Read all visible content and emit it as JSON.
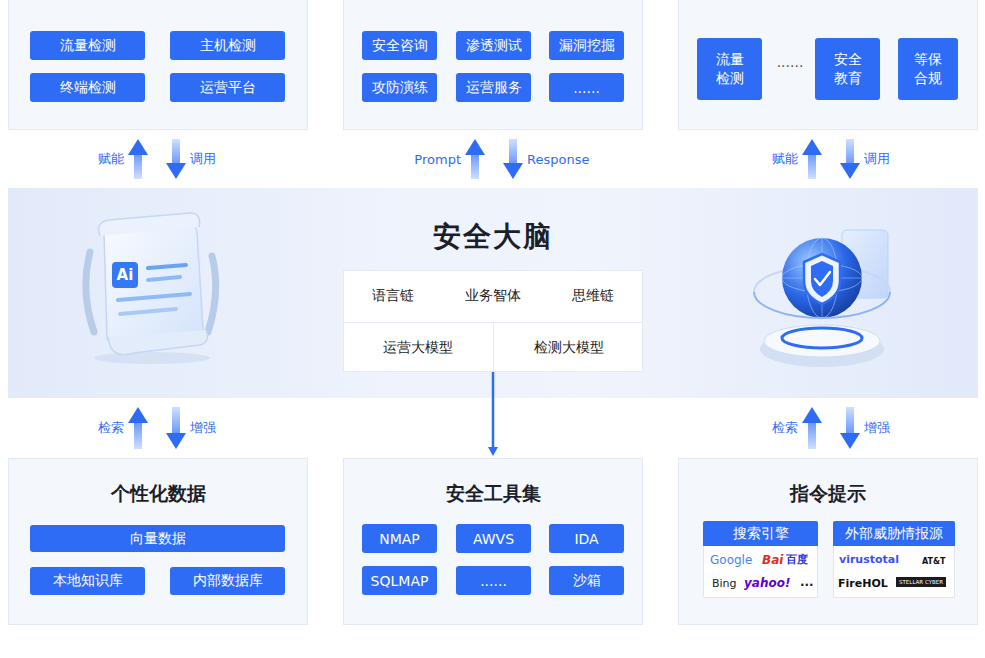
{
  "diagram": {
    "nodes": [
      {
        "text": []
      },
      {
        "text": [
          "流量检测"
        ],
        "in": 0
      },
      {
        "text": [
          "主机检测"
        ],
        "in": 0
      },
      {
        "text": [
          "终端检测"
        ],
        "in": 0
      },
      {
        "text": [
          "运营平台"
        ],
        "in": 0
      },
      {
        "text": []
      },
      {
        "text": [
          "安全咨询"
        ],
        "in": 5
      },
      {
        "text": [
          "渗透测试"
        ],
        "in": 5
      },
      {
        "text": [
          "漏洞挖掘"
        ],
        "in": 5
      },
      {
        "text": [
          "攻防演练"
        ],
        "in": 5
      },
      {
        "text": [
          "运营服务"
        ],
        "in": 5
      },
      {
        "text": [
          "......"
        ],
        "in": 5
      },
      {
        "text": []
      },
      {
        "text": [
          "流量 检测"
        ],
        "in": 12
      },
      {
        "text": [
          "安全 教育"
        ],
        "in": 12
      },
      {
        "text": [
          "等保 合规"
        ],
        "in": 12
      },
      {
        "text": [
          "安全大脑"
        ]
      },
      {
        "text": [],
        "in": 16
      },
      {
        "text": [
          "语言链"
        ],
        "in": 17
      },
      {
        "text": [
          "业务智体"
        ],
        "in": 17
      },
      {
        "text": [
          "思维链"
        ],
        "in": 17
      },
      {
        "text": [
          "运营大模型"
        ],
        "in": 17
      },
      {
        "text": [
          "检测大模型"
        ],
        "in": 17
      },
      {
        "text": [
          "个性化数据"
        ]
      },
      {
        "text": [
          "向量数据"
        ],
        "in": 23
      },
      {
        "text": [
          "本地知识库"
        ],
        "in": 23
      },
      {
        "text": [
          "内部数据库"
        ],
        "in": 23
      },
      {
        "text": [
          "安全工具集"
        ]
      },
      {
        "text": [
          "NMAP"
        ],
        "in": 27
      },
      {
        "text": [
          "AWVS"
        ],
        "in": 27
      },
      {
        "text": [
          "IDA"
        ],
        "in": 27
      },
      {
        "text": [
          "SQLMAP"
        ],
        "in": 27
      },
      {
        "text": [
          "......"
        ],
        "in": 27
      },
      {
        "text": [
          "沙箱"
        ],
        "in": 27
      },
      {
        "text": [
          "指令提示"
        ]
      },
      {
        "text": [
          "搜索引擎",
          "Google",
          "Bai",
          "百度",
          "Bing",
          "yahoo!",
          "..."
        ],
        "in": 34
      },
      {
        "text": [
          "外部威胁情报源",
          "virustotal",
          "AT&T",
          "FireHOL",
          "STELLAR CYBER"
        ],
        "in": 34
      }
    ],
    "edges": [
      {
        "from": 16,
        "to": 0,
        "label": "赋能",
        "arrow": "to"
      },
      {
        "from": 0,
        "to": 16,
        "label": "调用",
        "arrow": "to"
      },
      {
        "from": 16,
        "to": 5,
        "label": "Prompt",
        "arrow": "to"
      },
      {
        "from": 5,
        "to": 16,
        "label": "Response",
        "arrow": "to"
      },
      {
        "from": 16,
        "to": 12,
        "label": "赋能",
        "arrow": "to"
      },
      {
        "from": 12,
        "to": 16,
        "label": "调用",
        "arrow": "to"
      },
      {
        "from": 23,
        "to": 16,
        "label": "检索",
        "arrow": "to"
      },
      {
        "from": 16,
        "to": 23,
        "label": "增强",
        "arrow": "to"
      },
      {
        "from": 17,
        "to": 27,
        "arrow": "to"
      },
      {
        "from": 34,
        "to": 16,
        "label": "检索",
        "arrow": "to"
      },
      {
        "from": 16,
        "to": 34,
        "label": "增强",
        "arrow": "to"
      }
    ],
    "labels": [
      "......",
      "Ai"
    ]
  }
}
